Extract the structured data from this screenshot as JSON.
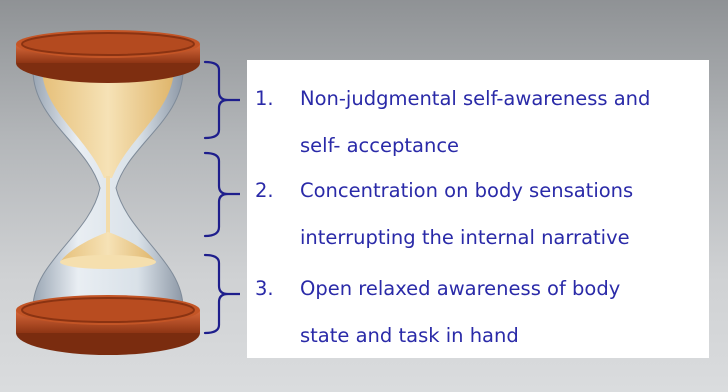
{
  "colors": {
    "text": "#2a2aa8",
    "bracket": "#1e1e8c",
    "cap": "#b84a1e",
    "sand": "#f1d9a6"
  },
  "items": [
    {
      "number": "1.",
      "line1": "Non-judgmental self-awareness and",
      "line2": "self- acceptance"
    },
    {
      "number": "2.",
      "line1": "Concentration on body sensations",
      "line2": "interrupting the internal narrative"
    },
    {
      "number": "3.",
      "line1": "Open relaxed awareness of body",
      "line2": "state and task in hand"
    }
  ]
}
